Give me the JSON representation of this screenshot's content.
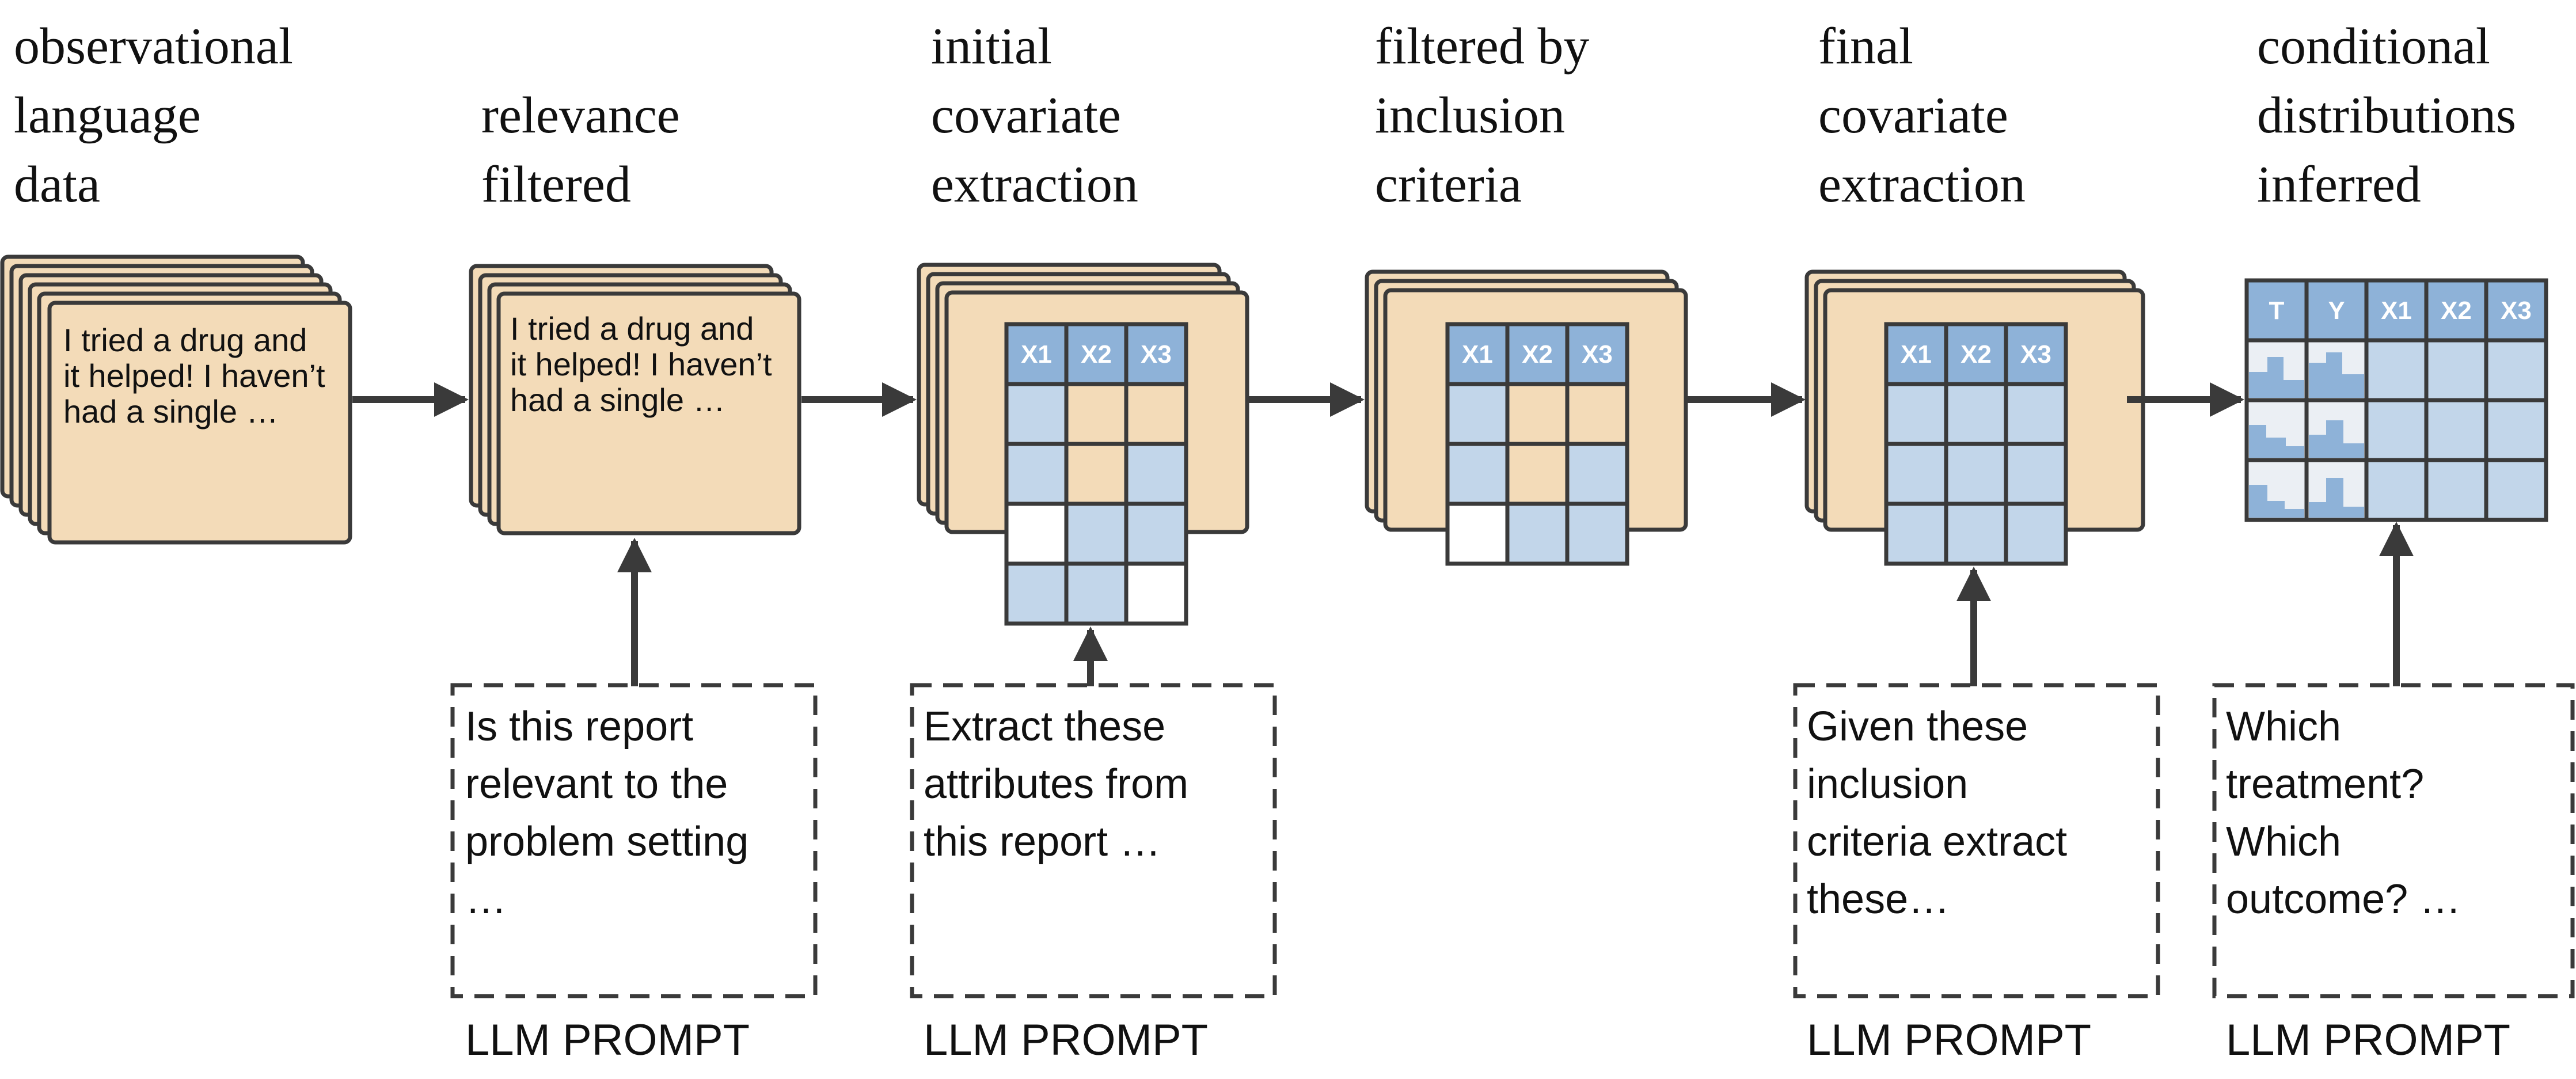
{
  "colors": {
    "card_fill": "#f3dbb8",
    "cell_blue": "#c2d6ea",
    "header_blue": "#8eb2d8",
    "dist_fill": "#8eb2d8",
    "stroke": "#3a3a3a"
  },
  "stages": [
    {
      "id": "observational",
      "title_lines": [
        "observational",
        "language",
        "data"
      ],
      "card_text": [
        "I tried a drug and",
        "it helped! I haven’t",
        "had a single …"
      ]
    },
    {
      "id": "relevance",
      "title_lines": [
        "relevance",
        "filtered"
      ],
      "card_text": [
        "I tried a drug and",
        "it helped! I haven’t",
        "had a single …"
      ]
    },
    {
      "id": "initial-extraction",
      "title_lines": [
        "initial",
        "covariate",
        "extraction"
      ],
      "headers": [
        "X1",
        "X2",
        "X3"
      ]
    },
    {
      "id": "inclusion-filter",
      "title_lines": [
        "filtered by",
        "inclusion",
        "criteria"
      ],
      "headers": [
        "X1",
        "X2",
        "X3"
      ]
    },
    {
      "id": "final-extraction",
      "title_lines": [
        "final",
        "covariate",
        "extraction"
      ],
      "headers": [
        "X1",
        "X2",
        "X3"
      ]
    },
    {
      "id": "conditional",
      "title_lines": [
        "conditional",
        "distributions",
        "inferred"
      ],
      "headers": [
        "T",
        "Y",
        "X1",
        "X2",
        "X3"
      ]
    }
  ],
  "prompts": [
    {
      "id": "relevance",
      "lines": [
        "Is this report",
        "relevant to the",
        "problem setting",
        "…"
      ],
      "label": "LLM PROMPT"
    },
    {
      "id": "extract",
      "lines": [
        "Extract these",
        "attributes from",
        "this report …"
      ],
      "label": "LLM PROMPT"
    },
    {
      "id": "inclusion",
      "lines": [
        "Given these",
        "inclusion",
        "criteria extract",
        "these…"
      ],
      "label": "LLM PROMPT"
    },
    {
      "id": "inference",
      "lines": [
        "Which",
        "treatment?",
        "Which",
        "outcome? …"
      ],
      "label": "LLM PROMPT"
    }
  ]
}
